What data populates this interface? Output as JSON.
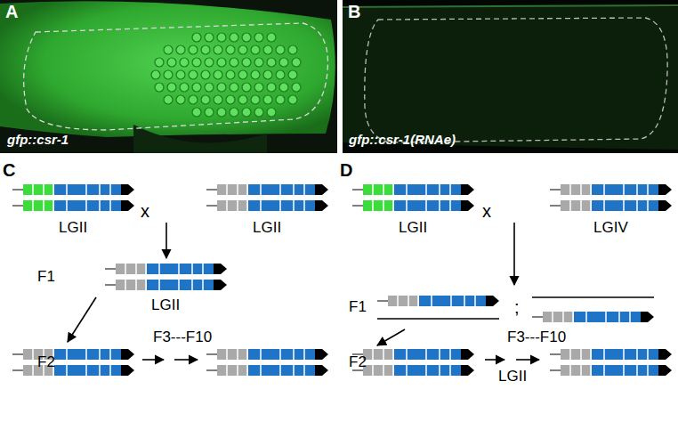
{
  "diagram": {
    "labels": [
      "A",
      "gfp::csr-1",
      "B",
      "gfp::csr-1(RNAe)",
      "C",
      "x",
      "LGII",
      "LGII",
      "F1",
      "LGII",
      "F2",
      "F3---F10",
      "D",
      "x",
      "LGII",
      "LGIV",
      "F1",
      ";",
      "F2",
      "F3---F10",
      "LGII"
    ]
  }
}
